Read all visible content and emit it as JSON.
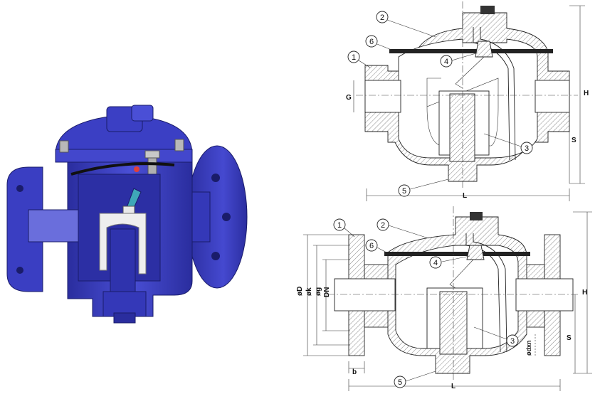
{
  "callouts": {
    "body": "1",
    "cover": "2",
    "bucket": "3",
    "valve_seat": "4",
    "drain_plug": "5",
    "gasket": "6"
  },
  "top_view_dims": {
    "G": "G",
    "H": "H",
    "S": "S",
    "L": "L"
  },
  "bottom_view_dims": {
    "D": "øD",
    "k": "øk",
    "g": "øg",
    "DN": "DN",
    "bolt_hole": "ødxn",
    "b": "b",
    "H": "H",
    "S": "S",
    "L": "L"
  },
  "colors": {
    "body_blue": "#3b3fc4",
    "body_dark": "#23268a",
    "bucket_white": "#eeeeee",
    "bolt_grey": "#b8b8b8"
  }
}
